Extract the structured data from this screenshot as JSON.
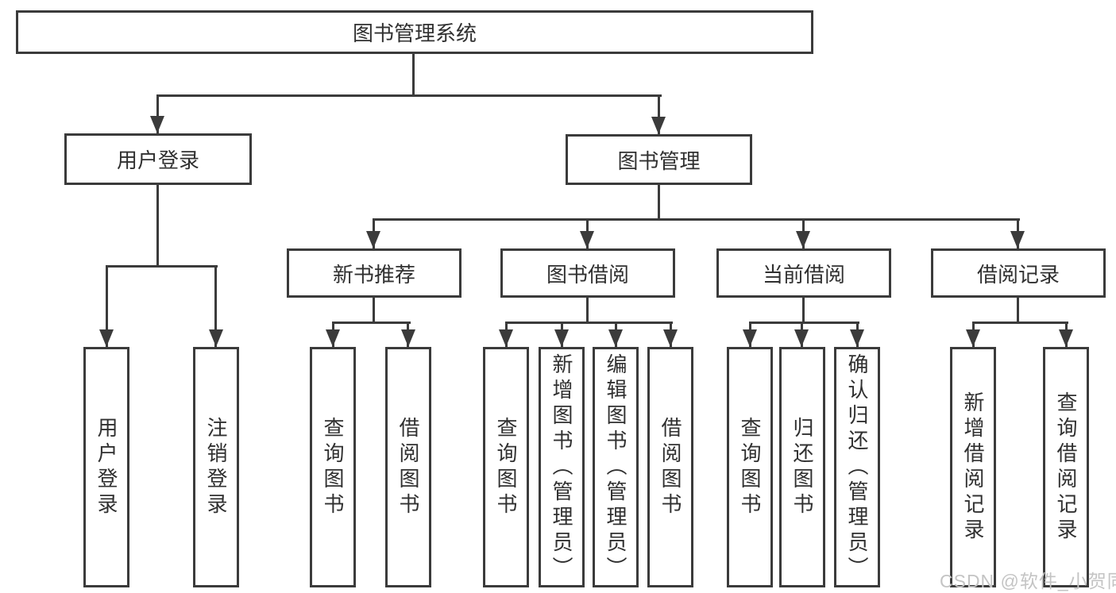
{
  "colors": {
    "line": "#3b3b3b",
    "text": "#303030",
    "box_fill": "#ffffff",
    "watermark": "#c4c4c4",
    "background": "#ffffff"
  },
  "root": {
    "label": "图书管理系统"
  },
  "level2": {
    "user_login": {
      "label": "用户登录"
    },
    "book_mgmt": {
      "label": "图书管理"
    }
  },
  "level3": {
    "new_book_rec": {
      "label": "新书推荐"
    },
    "book_borrow": {
      "label": "图书借阅"
    },
    "current_borrow": {
      "label": "当前借阅"
    },
    "borrow_records": {
      "label": "借阅记录"
    }
  },
  "leaves": {
    "user_login": {
      "label": "用户登录"
    },
    "logout": {
      "label": "注销登录"
    },
    "rec_query_books": {
      "label": "查询图书"
    },
    "rec_borrow_books": {
      "label": "借阅图书"
    },
    "borrow_query_books": {
      "label": "查询图书"
    },
    "borrow_add_book_admin": {
      "label": "新增图书（管理员）"
    },
    "borrow_edit_book_admin": {
      "label": "编辑图书（管理员）"
    },
    "borrow_borrow_books": {
      "label": "借阅图书"
    },
    "current_query_books": {
      "label": "查询图书"
    },
    "current_return_books": {
      "label": "归还图书"
    },
    "current_confirm_return_admin": {
      "label": "确认归还（管理员）"
    },
    "records_add_record": {
      "label": "新增借阅记录"
    },
    "records_query_record": {
      "label": "查询借阅记录"
    }
  },
  "watermark": {
    "label": "CSDN @软件_小贺同学"
  }
}
